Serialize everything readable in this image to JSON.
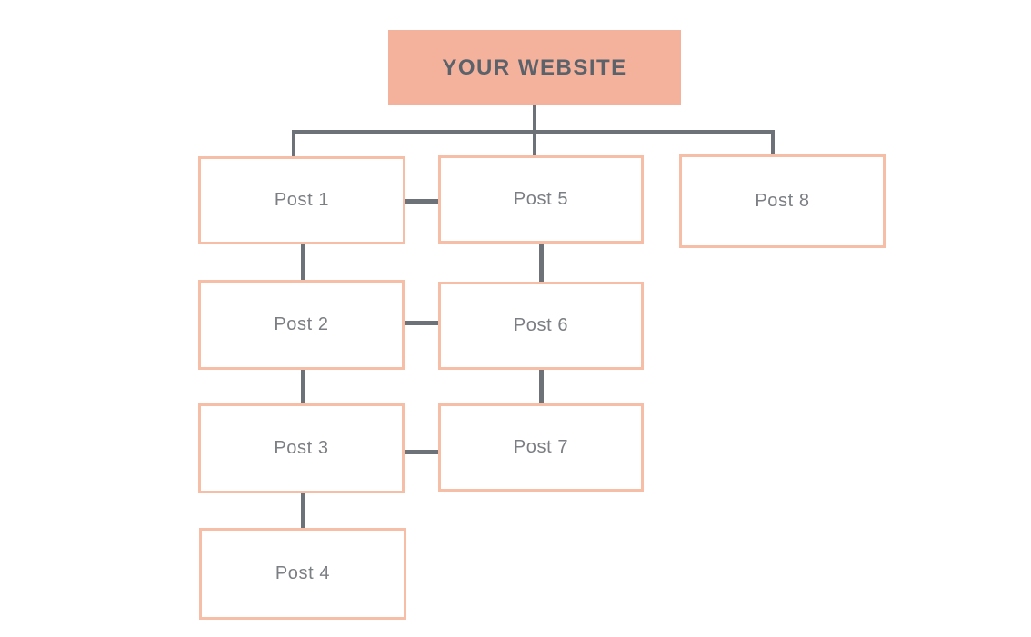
{
  "diagram": {
    "type": "flowchart",
    "root": {
      "id": "website",
      "label": "YOUR WEBSITE"
    },
    "nodes": [
      {
        "id": "post1",
        "label": "Post 1"
      },
      {
        "id": "post2",
        "label": "Post 2"
      },
      {
        "id": "post3",
        "label": "Post 3"
      },
      {
        "id": "post4",
        "label": "Post 4"
      },
      {
        "id": "post5",
        "label": "Post 5"
      },
      {
        "id": "post6",
        "label": "Post 6"
      },
      {
        "id": "post7",
        "label": "Post 7"
      },
      {
        "id": "post8",
        "label": "Post 8"
      }
    ],
    "edges": [
      [
        "website",
        "post1"
      ],
      [
        "website",
        "post5"
      ],
      [
        "website",
        "post8"
      ],
      [
        "post1",
        "post5"
      ],
      [
        "post1",
        "post2"
      ],
      [
        "post2",
        "post6"
      ],
      [
        "post2",
        "post3"
      ],
      [
        "post3",
        "post7"
      ],
      [
        "post3",
        "post4"
      ],
      [
        "post5",
        "post6"
      ],
      [
        "post6",
        "post7"
      ]
    ]
  },
  "colors": {
    "node_fill": "#F4B29D",
    "node_border": "#F6BDA7",
    "connector": "#6C7277",
    "root_text": "#5B626A",
    "post_text": "#7B7E83",
    "canvas_bg": "#FFFFFF"
  }
}
